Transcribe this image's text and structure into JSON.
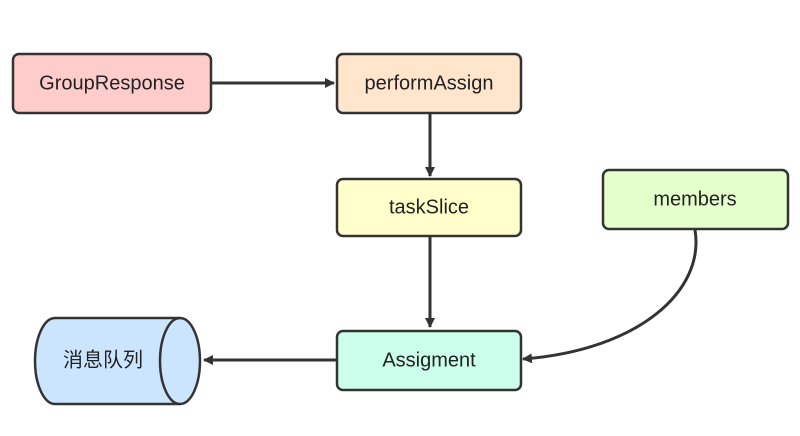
{
  "nodes": {
    "group_response": {
      "label": "GroupResponse",
      "fill": "#FFCCCC"
    },
    "perform_assign": {
      "label": "performAssign",
      "fill": "#FFE5CC"
    },
    "task_slice": {
      "label": "taskSlice",
      "fill": "#FFFFCC"
    },
    "members": {
      "label": "members",
      "fill": "#E5FFCC"
    },
    "assigment": {
      "label": "Assigment",
      "fill": "#CCFFEB"
    },
    "message_queue": {
      "label": "消息队列",
      "fill": "#CCE5FF"
    }
  },
  "edges": [
    {
      "from": "GroupResponse",
      "to": "performAssign"
    },
    {
      "from": "performAssign",
      "to": "taskSlice"
    },
    {
      "from": "taskSlice",
      "to": "Assigment"
    },
    {
      "from": "members",
      "to": "Assigment"
    },
    {
      "from": "Assigment",
      "to": "消息队列"
    }
  ],
  "colors": {
    "stroke": "#333333",
    "text": "#222222"
  }
}
